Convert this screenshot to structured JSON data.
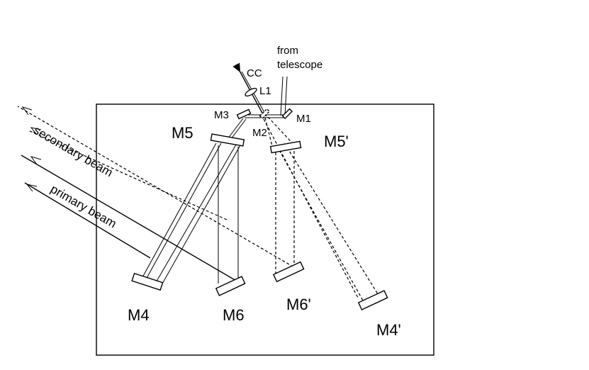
{
  "labels": {
    "m1": "M1",
    "m2": "M2",
    "m3": "M3",
    "m4": "M4",
    "m4p": "M4'",
    "m5": "M5",
    "m5p": "M5'",
    "m6": "M6",
    "m6p": "M6'",
    "l1": "L1",
    "cc": "CC",
    "from_line1": "from",
    "from_line2": "telescope",
    "secondary_beam": "secondary beam",
    "primary_beam": "primary beam"
  }
}
